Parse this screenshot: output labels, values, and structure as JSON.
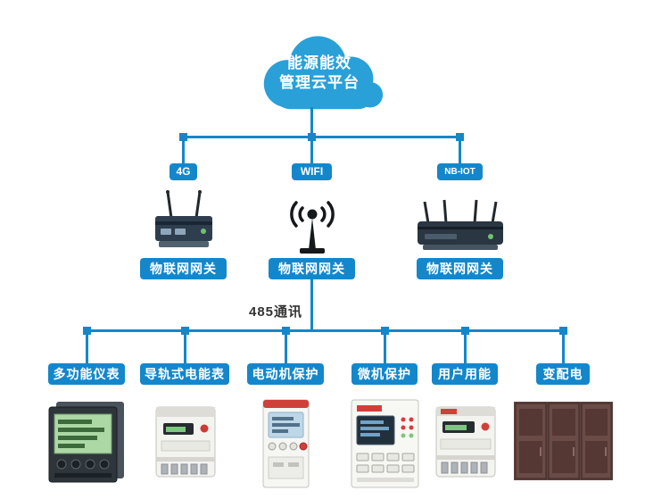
{
  "colors": {
    "cloud_blue": "#2aa0d8",
    "line_blue": "#1487cb",
    "pill_blue": "#1487cb",
    "text_dark": "#333333"
  },
  "cloud": {
    "line1": "能源能效",
    "line2": "管理云平台"
  },
  "gateways": [
    {
      "connection_label": "4G",
      "gateway_label": "物联网网关",
      "device_icon": "cellular-router"
    },
    {
      "connection_label": "WIFI",
      "gateway_label": "物联网网关",
      "device_icon": "wifi-antenna"
    },
    {
      "connection_label": "NB-IOT",
      "gateway_label": "物联网网关",
      "device_icon": "nbiot-router"
    }
  ],
  "bus_label": "485通讯",
  "terminals": [
    {
      "label": "多功能仪表",
      "device_icon": "multifunction-meter"
    },
    {
      "label": "导轨式电能表",
      "device_icon": "din-rail-energy-meter"
    },
    {
      "label": "电动机保护",
      "device_icon": "motor-protection-relay"
    },
    {
      "label": "微机保护",
      "device_icon": "microcomputer-protection"
    },
    {
      "label": "用户用能",
      "device_icon": "user-energy-meter"
    },
    {
      "label": "变配电",
      "device_icon": "power-distribution-cabinet"
    }
  ]
}
